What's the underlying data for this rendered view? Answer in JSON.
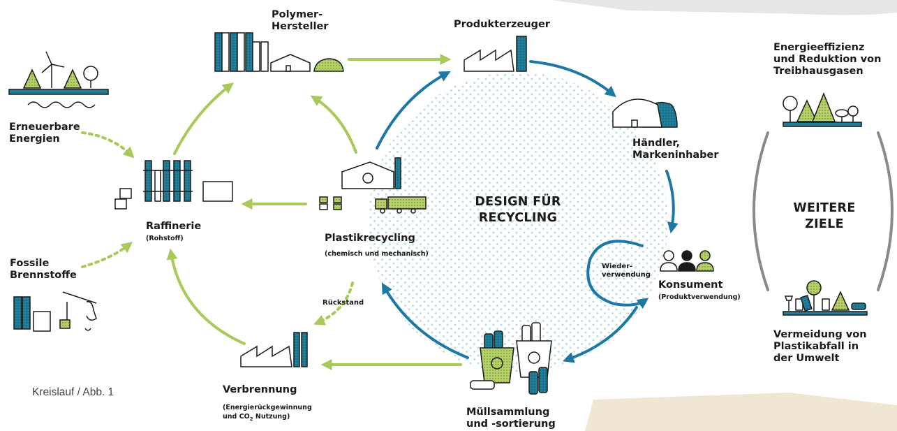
{
  "colors": {
    "teal": "#1f7f99",
    "blue_arrow": "#1d78a6",
    "green": "#a9c95a",
    "green_fill": "#b6d06a",
    "dots": "#b9dde8",
    "ink": "#1a1a1a",
    "grey_bracket": "#8a8a8a"
  },
  "nodes": {
    "polymer": {
      "line1": "Polymer-",
      "line2": "Hersteller"
    },
    "producer": {
      "label": "Produkterzeuger"
    },
    "retailer": {
      "line1": "Händler,",
      "line2": "Markeninhaber"
    },
    "consumer": {
      "label": "Konsument",
      "sub": "(Produktverwendung)"
    },
    "reuse": {
      "line1": "Wieder-",
      "line2": "verwendung"
    },
    "waste": {
      "line1": "Müllsammlung",
      "line2": "und -sortierung"
    },
    "incineration": {
      "label": "Verbrennung",
      "sub1": "(Energierückgewinnung",
      "sub2a": "und CO",
      "sub2_subscript": "2",
      "sub2b": " Nutzung)"
    },
    "residue": {
      "label": "Rückstand"
    },
    "recycling": {
      "label": "Plastikrecycling",
      "sub": "(chemisch und mechanisch)"
    },
    "refinery": {
      "label": "Raffinerie",
      "sub": "(Rohstoff)"
    },
    "renewable": {
      "line1": "Erneuerbare",
      "line2": "Energien"
    },
    "fossil": {
      "line1": "Fossile",
      "line2": "Brennstoffe"
    }
  },
  "center": {
    "line1": "DESIGN FÜR",
    "line2": "RECYCLING"
  },
  "goals": {
    "title_line1": "WEITERE",
    "title_line2": "ZIELE",
    "energy_line1": "Energieeffizienz",
    "energy_line2": "und Reduktion von",
    "energy_line3": "Treibhausgasen",
    "avoid_line1": "Vermeidung von",
    "avoid_line2": "Plastikabfall in",
    "avoid_line3": "der Umwelt"
  },
  "caption": "Kreislauf / Abb. 1"
}
